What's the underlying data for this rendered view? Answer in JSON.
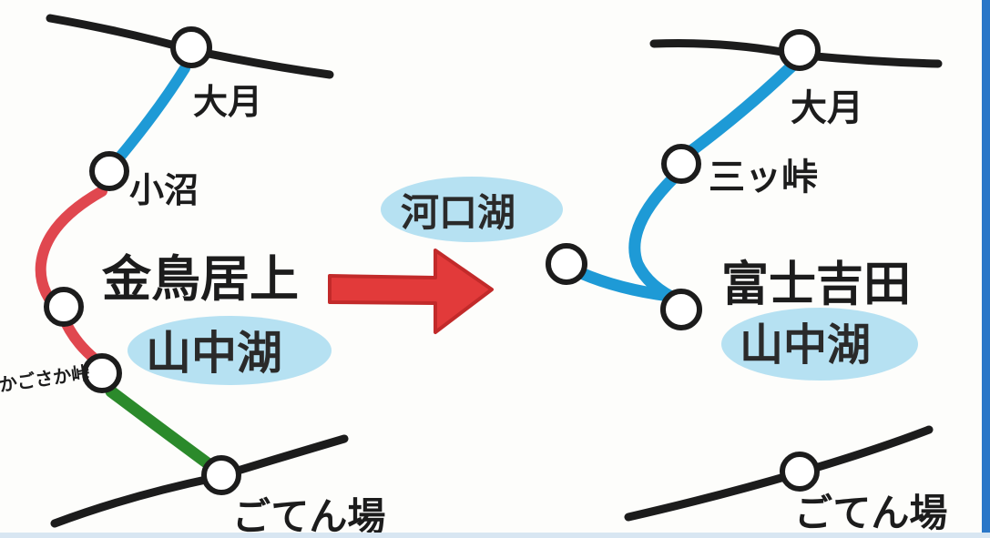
{
  "colors": {
    "ink": "#1c1c1c",
    "blue_line": "#1e9ad6",
    "red_line": "#e0474f",
    "green_line": "#2b8a2b",
    "lake_fill": "#a9dcf0",
    "arrow": "#e23a3a"
  },
  "before_route": {
    "stations": {
      "otsuki": "大月",
      "onuma": "小沼",
      "kintoriijo": "金鳥居上",
      "pass_small": "かごさか峠",
      "gotemba": "ごてん場"
    },
    "lake": "山中湖"
  },
  "center": {
    "lake": "河口湖"
  },
  "after_route": {
    "stations": {
      "otsuki": "大月",
      "mitsutoge": "三ッ峠",
      "fujiyoshida": "富士吉田",
      "gotemba": "ごてん場"
    },
    "lake": "山中湖"
  }
}
